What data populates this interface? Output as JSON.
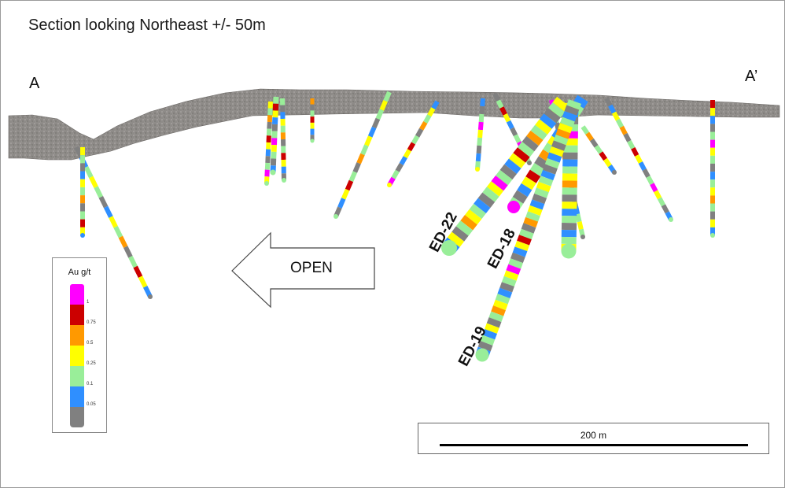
{
  "title": "Section looking Northeast +/- 50m",
  "section_ends": {
    "start": "A",
    "end": "A’"
  },
  "drill_hole_labels": [
    "ED-22",
    "ED-18",
    "ED-19"
  ],
  "open_arrow_label": "OPEN",
  "legend": {
    "title": "Au g/t",
    "items": [
      {
        "tick": "1",
        "color": "#ff00ff"
      },
      {
        "tick": "0.75",
        "color": "#cc0000"
      },
      {
        "tick": "0.5",
        "color": "#ff9900"
      },
      {
        "tick": "0.25",
        "color": "#ffff00"
      },
      {
        "tick": "0.1",
        "color": "#99ee99"
      },
      {
        "tick": "0.05",
        "color": "#2f8fff"
      },
      {
        "tick": "",
        "color": "#808080"
      }
    ]
  },
  "scale_bar": {
    "label": "200 m"
  }
}
